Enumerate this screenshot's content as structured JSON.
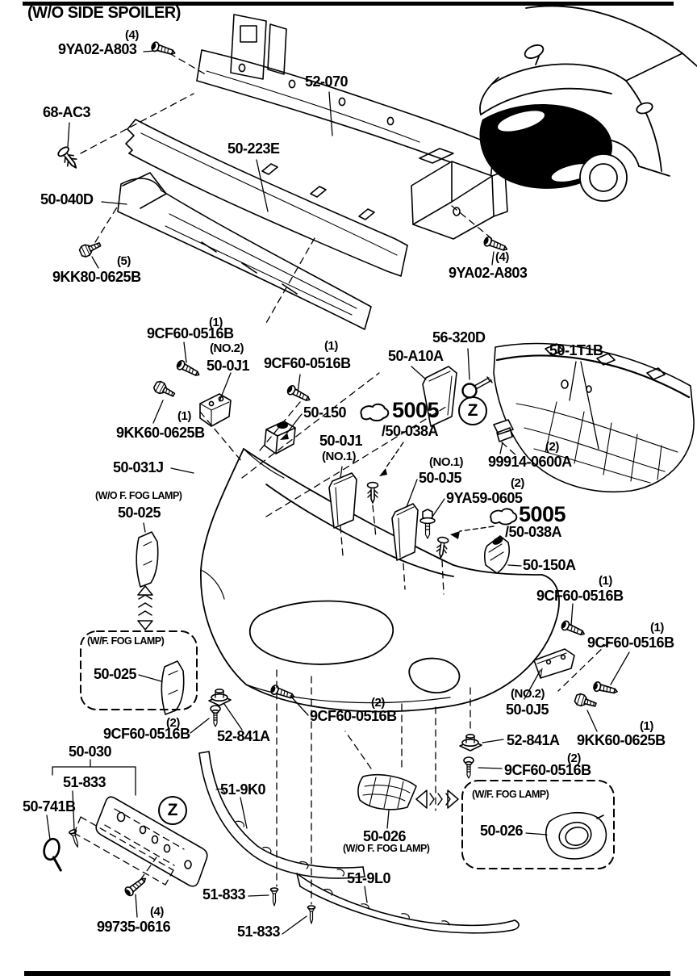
{
  "diagram": {
    "title_note": "(W/O SIDE SPOILER)",
    "labels": {
      "spoiler_note": "(W/O SIDE SPOILER)",
      "yaa_top": {
        "qty": "(4)",
        "part": "9YA02-A803"
      },
      "p52070": "52-070",
      "p68ac3": "68-AC3",
      "p50223e": "50-223E",
      "p50040d": "50-040D",
      "kk80": {
        "qty": "(5)",
        "part": "9KK80-0625B"
      },
      "yaa_right": {
        "qty": "(4)",
        "part": "9YA02-A803"
      },
      "cf_a": {
        "qty": "(1)",
        "part": "9CF60-0516B"
      },
      "oj1_no2": {
        "note": "(NO.2)",
        "part": "50-0J1"
      },
      "cf_b": {
        "qty": "(1)",
        "part": "9CF60-0516B"
      },
      "p50a10a": "50-A10A",
      "p56320d": "56-320D",
      "p501t1b": "50-1T1B",
      "p50150": "50-150",
      "sealer_top": {
        "part": "5005",
        "sub": "/50-038A"
      },
      "zone_top": "Z",
      "p99914": {
        "qty": "(2)",
        "part": "99914-0600A"
      },
      "kk60_mid": {
        "qty": "(1)",
        "part": "9KK60-0625B"
      },
      "p50031j": "50-031J",
      "oj1_no1": {
        "part": "50-0J1",
        "note": "(NO.1)"
      },
      "oj5_no1": {
        "note": "(NO.1)",
        "part": "50-0J5"
      },
      "ya59": {
        "qty": "(2)",
        "part": "9YA59-0605"
      },
      "sealer_bot": {
        "part": "5005",
        "sub": "/50-038A"
      },
      "p50025_wo": {
        "note": "(W/O F. FOG LAMP)",
        "part": "50-025"
      },
      "p50150a": "50-150A",
      "cf_r1": {
        "qty": "(1)",
        "part": "9CF60-0516B"
      },
      "cf_r2": {
        "qty": "(1)",
        "part": "9CF60-0516B"
      },
      "p50025_wf": {
        "note": "(W/F. FOG LAMP)",
        "part": "50-025"
      },
      "oj5_no2": {
        "note": "(NO.2)",
        "part": "50-0J5"
      },
      "cf_l2": {
        "qty": "(2)",
        "part": "9CF60-0516B"
      },
      "p52841a_l": "52-841A",
      "cf_m2": {
        "qty": "(2)",
        "part": "9CF60-0516B"
      },
      "p52841a_r": "52-841A",
      "kk60_br": {
        "qty": "(1)",
        "part": "9KK60-0625B"
      },
      "cf_r3": {
        "qty": "(2)",
        "part": "9CF60-0516B"
      },
      "p50030": "50-030",
      "p51833_a": "51-833",
      "p50741b": "50-741B",
      "zone_bot": "Z",
      "p99735": {
        "qty": "(4)",
        "part": "99735-0616"
      },
      "p519k0": "51-9K0",
      "p51833_b": "51-833",
      "p51833_c": "51-833",
      "p519l0": "51-9L0",
      "p50026_wo": {
        "part": "50-026",
        "note": "(W/O F. FOG LAMP)"
      },
      "p50026_wf": {
        "note": "(W/F. FOG LAMP)",
        "part": "50-026"
      }
    },
    "colors": {
      "line": "#000000",
      "background": "#ffffff"
    }
  }
}
